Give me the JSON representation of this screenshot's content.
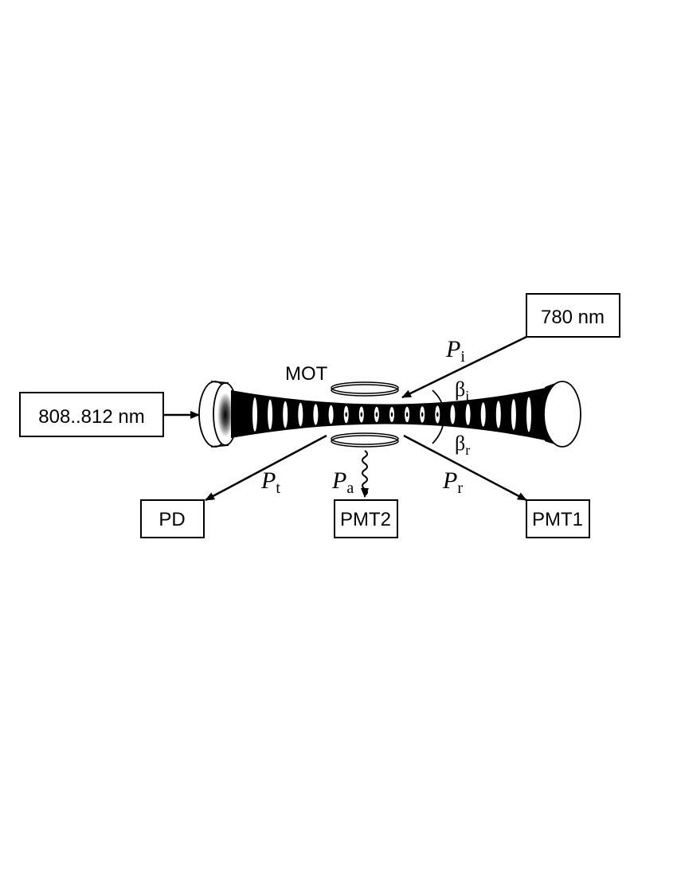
{
  "laser_box": {
    "label": "808..812 nm"
  },
  "probe_box": {
    "label": "780 nm"
  },
  "mot_label": "MOT",
  "detectors": {
    "pd": "PD",
    "pmt2": "PMT2",
    "pmt1": "PMT1"
  },
  "powers": {
    "incident": {
      "symbol": "P",
      "subscript": "i"
    },
    "transmitted": {
      "symbol": "P",
      "subscript": "t"
    },
    "absorbed": {
      "symbol": "P",
      "subscript": "a"
    },
    "reflected": {
      "symbol": "P",
      "subscript": "r"
    }
  },
  "angles": {
    "incident": {
      "symbol": "β",
      "subscript": "i"
    },
    "reflected": {
      "symbol": "β",
      "subscript": "r"
    }
  }
}
